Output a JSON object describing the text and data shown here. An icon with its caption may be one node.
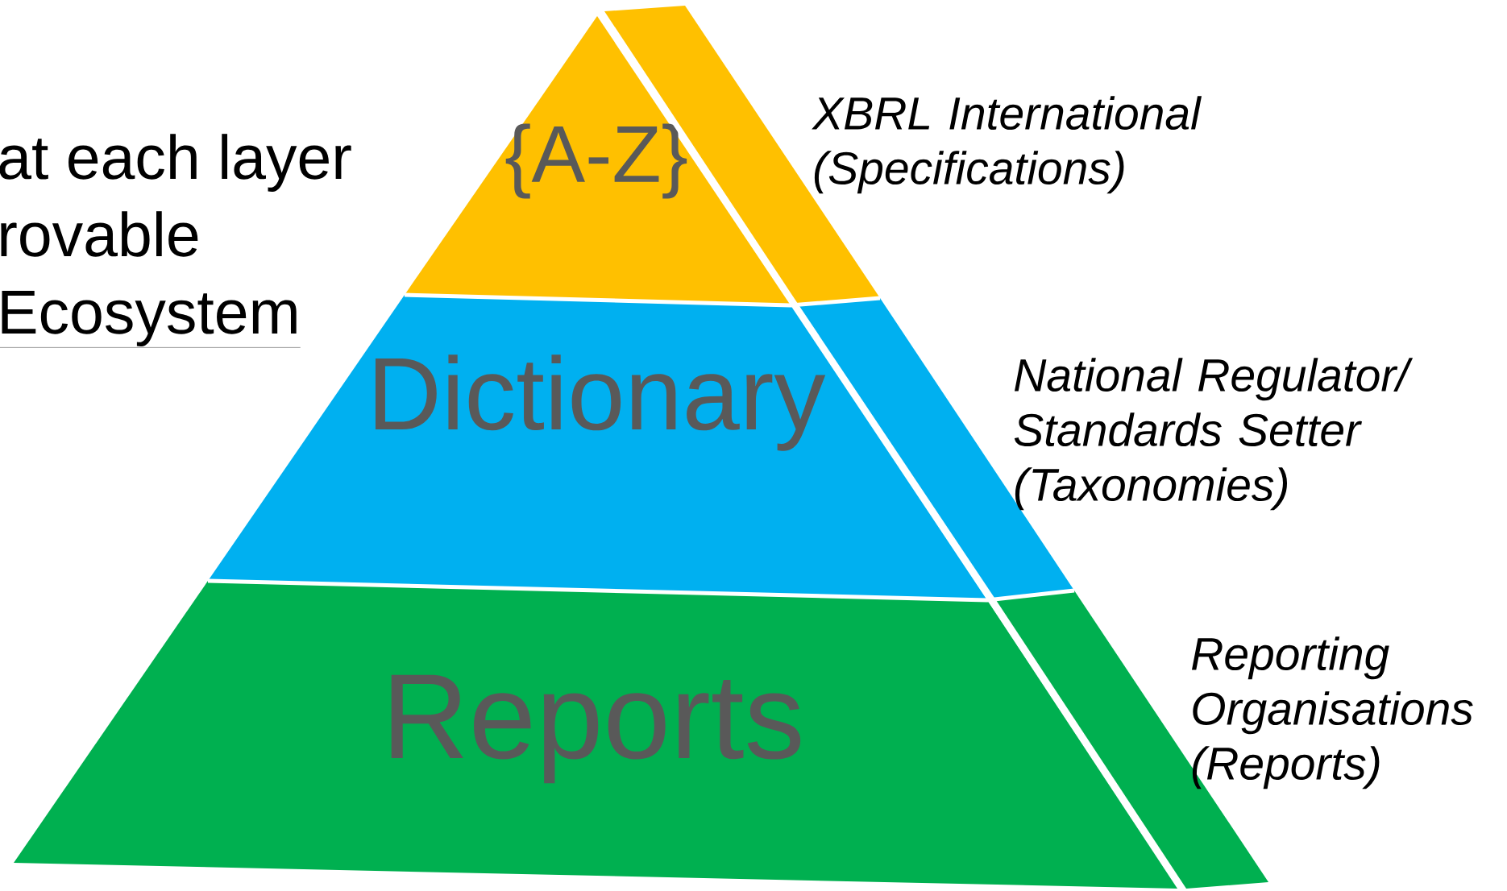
{
  "diagram": {
    "nodes": [
      {
        "text": [
          "{A-Z}"
        ],
        "beside": [
          "XBRL International (Specifications)"
        ]
      },
      {
        "text": [
          "Dictionary"
        ],
        "beside": [
          "National Regulator/ Standards Setter (Taxonomies)"
        ]
      },
      {
        "text": [
          "Reports"
        ],
        "beside": [
          "Reporting Organisations (Reports)"
        ]
      }
    ],
    "labels": [
      "at each layer",
      "rovable",
      "Ecosystem"
    ]
  }
}
